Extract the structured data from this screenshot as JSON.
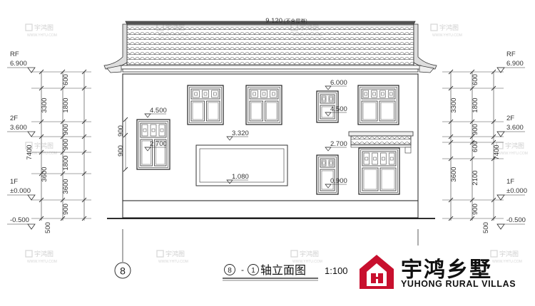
{
  "drawing": {
    "overall_width": "9.120",
    "overall_width_note": "(不含屋脊)",
    "title_axis_start": "8",
    "title_axis_end": "1",
    "title_text": "轴立面图",
    "title_dash": "-",
    "scale": "1:100",
    "axis_bubble": "8"
  },
  "levels": {
    "rf_label": "RF",
    "rf_value": "6.900",
    "f2_label": "2F",
    "f2_value": "3.600",
    "f1_label": "1F",
    "f1_value": "±0.000",
    "ground_value": "-0.500"
  },
  "dims": {
    "d600": "600",
    "d1800": "1800",
    "d900": "900",
    "d3600": "3600",
    "d3300": "3300",
    "d7400": "7400",
    "d500": "500",
    "d2100": "2100"
  },
  "elevations": {
    "e6000": "6.000",
    "e4500": "4.500",
    "e2700": "2.700",
    "e3320": "3.320",
    "e1080": "1.080",
    "e0900": "0.900"
  },
  "watermark": {
    "text": "宇鸿图",
    "url": "WWW.YHTU.COM"
  },
  "brand": {
    "name_cn": "宇鸿乡墅",
    "name_en": "YUHONG RURAL VILLAS",
    "color": "#c8102e"
  }
}
